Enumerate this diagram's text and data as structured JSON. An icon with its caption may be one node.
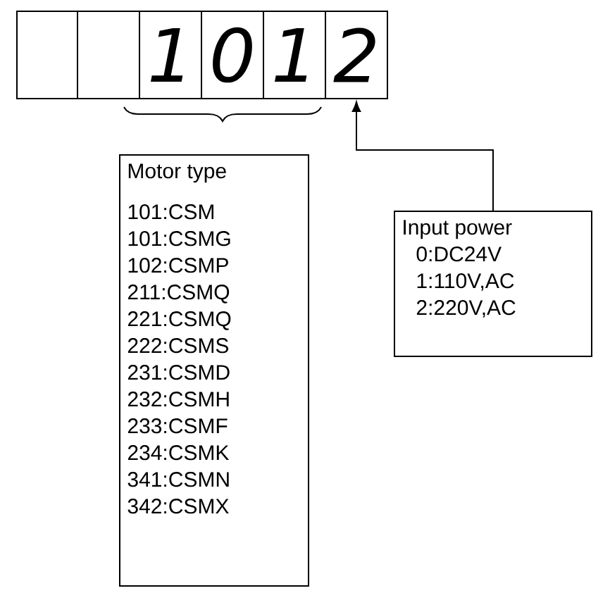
{
  "diagram": {
    "nodes": [
      {
        "text": [],
        "shape": "box"
      },
      {
        "text": [],
        "shape": "box"
      },
      {
        "text": [
          "1"
        ]
      },
      {
        "text": [
          "0"
        ]
      },
      {
        "text": [
          "1"
        ]
      },
      {
        "text": [
          "2"
        ]
      },
      {
        "text": [
          "Motor type",
          "101:CSM",
          "101:CSMG",
          "102:CSMP",
          "211:CSMQ",
          "221:CSMQ",
          "222:CSMS",
          "231:CSMD",
          "232:CSMH",
          "233:CSMF",
          "234:CSMK",
          "341:CSMN",
          "342:CSMX"
        ]
      },
      {
        "text": [
          "Input power",
          "0:DC24V",
          "1:110V,AC",
          "2:220V,AC"
        ]
      }
    ],
    "edges": [
      {
        "from": 7,
        "to": 5,
        "arrow": "to"
      }
    ]
  }
}
